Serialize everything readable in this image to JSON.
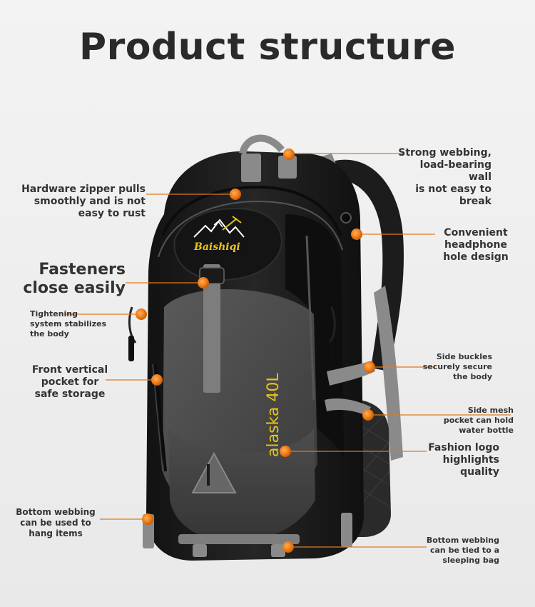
{
  "title": "Product structure",
  "brand_logo_text": "Baishiqi",
  "model_text": "alaska 40L",
  "accent_color": "#f07d1a",
  "pack_color": "#1b1b1b",
  "webbing_color": "#8a8a8a",
  "callouts": [
    {
      "id": "webbing",
      "side": "right",
      "lines": [
        "Strong webbing,",
        "load-bearing wall",
        "is not easy to break"
      ]
    },
    {
      "id": "zipper",
      "side": "left",
      "lines": [
        "Hardware zipper pulls",
        "smoothly and is not",
        "easy to rust"
      ]
    },
    {
      "id": "headphone",
      "side": "right",
      "lines": [
        "Convenient",
        "headphone",
        "hole design"
      ]
    },
    {
      "id": "fasteners",
      "side": "left",
      "lines": [
        "Fasteners",
        "close easily"
      ]
    },
    {
      "id": "tightening",
      "side": "left",
      "lines": [
        "Tightening",
        "system stabilizes",
        "the body"
      ]
    },
    {
      "id": "pocket",
      "side": "left",
      "lines": [
        "Front vertical",
        "pocket for",
        "safe storage"
      ]
    },
    {
      "id": "buckles",
      "side": "right",
      "lines": [
        "Side buckles",
        "securely secure",
        "the body"
      ]
    },
    {
      "id": "mesh",
      "side": "right",
      "lines": [
        "Side mesh",
        "pocket can hold",
        "water bottle"
      ]
    },
    {
      "id": "logo",
      "side": "right",
      "lines": [
        "Fashion logo",
        "highlights",
        "quality"
      ]
    },
    {
      "id": "bottom-hang",
      "side": "left",
      "lines": [
        "Bottom webbing",
        "can be used to",
        "hang items"
      ]
    },
    {
      "id": "bottom-tie",
      "side": "right",
      "lines": [
        "Bottom webbing",
        "can be tied to a",
        "sleeping bag"
      ]
    }
  ]
}
